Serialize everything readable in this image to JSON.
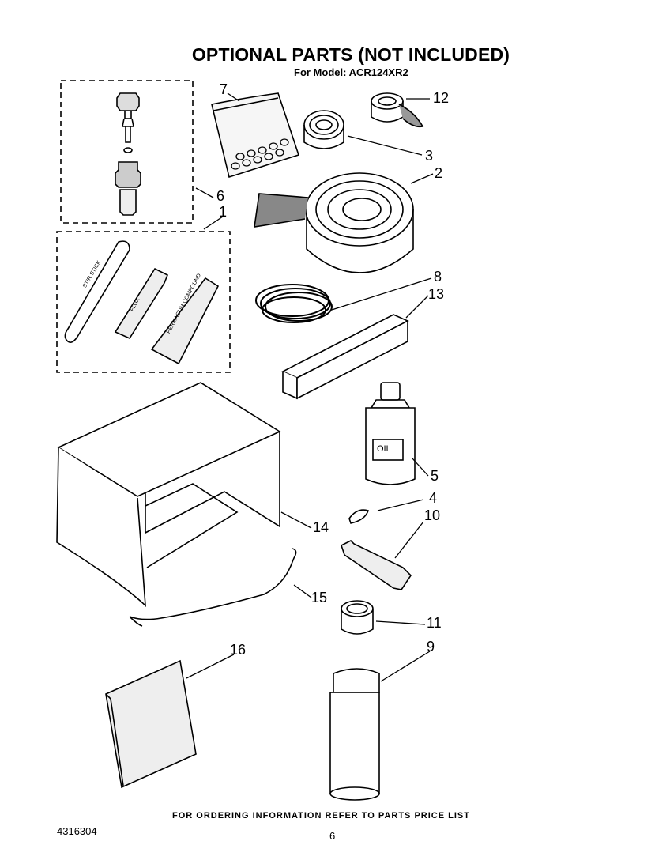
{
  "title": "OPTIONAL PARTS (NOT INCLUDED)",
  "subtitle": "For Model: ACR124XR2",
  "footer_note": "FOR ORDERING INFORMATION REFER TO PARTS PRICE LIST",
  "document_number": "4316304",
  "page_number": "6",
  "callouts": [
    "7",
    "12",
    "3",
    "2",
    "6",
    "1",
    "8",
    "13",
    "5",
    "4",
    "10",
    "14",
    "15",
    "11",
    "9",
    "16"
  ],
  "part_labels": {
    "stir_stick": "STIR STICK",
    "fluxed_tube": "FLUX",
    "permagum_tube": "PERMAGUM COMPOUND",
    "oil_bottle": "OIL"
  }
}
